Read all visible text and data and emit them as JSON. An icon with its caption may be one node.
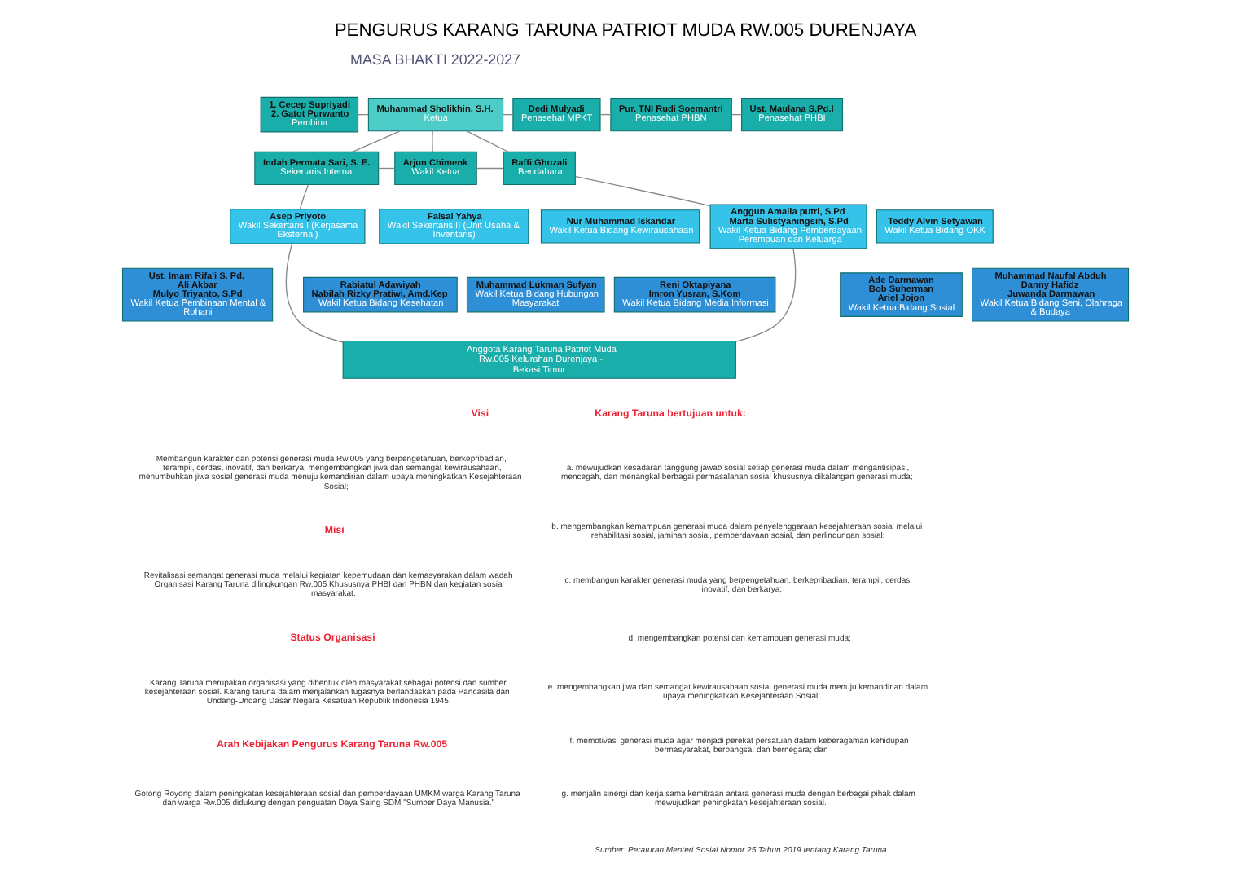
{
  "diagram": {
    "title": "PENGURUS KARANG TARUNA PATRIOT MUDA RW.005 DURENJAYA",
    "nodes": [
      {
        "text": [
          "1. Cecep Supriyadi",
          "2. Gatot Purwanto",
          "Pembina"
        ]
      },
      {
        "text": [
          "Muhammad Sholikhin, S.H.",
          "Ketua"
        ]
      },
      {
        "text": [
          "Dedi Mulyadi",
          "Penasehat MPKT"
        ]
      },
      {
        "text": [
          "Pur. TNI Rudi Soemantri",
          "Penasehat PHBN"
        ]
      },
      {
        "text": [
          "Ust. Maulana S.Pd.I",
          "Penasehat PHBI"
        ]
      },
      {
        "text": [
          "Indah Permata Sari, S. E.",
          "Sekertaris Internal"
        ]
      },
      {
        "text": [
          "Arjun Chimenk",
          "Wakil Ketua"
        ]
      },
      {
        "text": [
          "Raffi Ghozali",
          "Bendahara"
        ]
      },
      {
        "text": [
          "Asep Priyoto",
          "Wakil Sekertaris I (Kerjasama Eksternal)"
        ]
      },
      {
        "text": [
          "Faisal Yahya",
          "Wakil Sekertaris II (Unit Usaha & Inventaris)"
        ]
      },
      {
        "text": [
          "Nur Muhammad Iskandar",
          "Wakil Ketua Bidang Kewirausahaan"
        ]
      },
      {
        "text": [
          "Teddy Alvin Setyawan",
          "Wakil Ketua Bidang OKK"
        ]
      },
      {
        "text": [
          "Anggun Amalia putri, S.Pd",
          "Marta Sulistyaningsih, S.Pd",
          "Wakil Ketua Bidang Pemberdayaan Perempuan dan Keluarga"
        ]
      },
      {
        "text": [
          "Ust. Imam Rifa'i S. Pd.",
          "Ali Akbar",
          "Mulyo Triyanto, S.Pd",
          "Wakil Ketua Pembinaan Mental & Rohani"
        ]
      },
      {
        "text": [
          "Rabiatul Adawiyah",
          "Nabilah Rizky Pratiwi, Amd.Kep",
          "Wakil Ketua Bidang Kesehatan"
        ]
      },
      {
        "text": [
          "Muhammad Lukman Sufyan",
          "Wakil Ketua Bidang Hubungan Masyarakat"
        ]
      },
      {
        "text": [
          "Ade Darmawan",
          "Bob Suherman",
          "Ariel Jojon",
          "Wakil Ketua Bidang Sosial"
        ]
      },
      {
        "text": [
          "Reni Oktapiyana",
          "Imron Yusran, S.Kom",
          "Wakil Ketua Bidang Media Informasi"
        ]
      },
      {
        "text": [
          "Muhammad Naufal Abduh",
          "Danny Hafidz",
          "Juwanda Darmawan",
          "Wakil Ketua Bidang Seni, Olahraga & Budaya"
        ]
      },
      {
        "text": [
          "Anggota Karang Taruna Patriot Muda Rw.005 Kelurahan Durenjaya - Bekasi Timur"
        ]
      }
    ],
    "edges": [
      {
        "from": 0,
        "to": 1,
        "arrow": "none"
      },
      {
        "from": 1,
        "to": 2,
        "arrow": "none"
      },
      {
        "from": 2,
        "to": 3,
        "arrow": "none"
      },
      {
        "from": 3,
        "to": 4,
        "arrow": "none"
      },
      {
        "from": 1,
        "to": 5,
        "arrow": "none"
      },
      {
        "from": 1,
        "to": 6,
        "arrow": "none"
      },
      {
        "from": 1,
        "to": 7,
        "arrow": "none"
      },
      {
        "from": 5,
        "to": 6,
        "arrow": "none"
      },
      {
        "from": 6,
        "to": 7,
        "arrow": "none"
      },
      {
        "from": 5,
        "to": 8,
        "arrow": "none"
      },
      {
        "from": 7,
        "to": 12,
        "arrow": "none"
      },
      {
        "from": 8,
        "to": 19,
        "arrow": "none"
      },
      {
        "from": 12,
        "to": 19,
        "arrow": "none"
      }
    ],
    "labels": [
      "MASA BHAKTI 2022-2027",
      "Visi",
      "Membangun karakter dan potensi generasi muda Rw.005 yang berpengetahuan, berkepribadian, terampil, cerdas, inovatif, dan berkarya; mengembangkan jiwa dan semangat kewirausahaan, menumbuhkan jiwa sosial generasi muda menuju kemandirian dalam upaya meningkatkan Kesejahteraan Sosial;",
      "Misi",
      "Revitalisasi semangat generasi muda melalui kegiatan kepemudaan dan kemasyarakan dalam wadah Organisasi Karang Taruna dilingkungan Rw.005 Khususnya PHBI dan PHBN dan kegiatan sosial masyarakat.",
      "Status Organisasi",
      "Karang Taruna merupakan organisasi yang dibentuk oleh masyarakat sebagai potensi dan sumber kesejahteraan sosial. Karang taruna dalam menjalankan tugasnya berlandaskan pada Pancasila dan Undang-Undang Dasar Negara Kesatuan Republik Indonesia 1945.",
      "Arah Kebijakan Pengurus Karang Taruna Rw.005",
      "Gotong Royong dalam peningkatan kesejahteraan sosial dan pemberdayaan UMKM warga Karang Taruna dan warga Rw.005 didukung dengan penguatan Daya Saing SDM \"Sumber Daya Manusia.\"",
      "Karang Taruna bertujuan untuk:",
      "a. mewujudkan kesadaran tanggung jawab sosial setiap generasi muda dalam mengantisipasi, mencegah, dan menangkal berbagai permasalahan sosial khususnya dikalangan generasi muda;",
      "b. mengembangkan kemampuan generasi muda dalam penyelenggaraan kesejahteraan sosial melalui rehabilitasi sosial, jaminan sosial, pemberdayaan sosial, dan perlindungan sosial;",
      "c. membangun karakter generasi muda yang berpengetahuan, berkepribadian, terampil, cerdas, inovatif, dan berkarya;",
      "d. mengembangkan potensi dan kemampuan generasi muda;",
      "e. mengembangkan jiwa dan semangat kewirausahaan sosial generasi muda menuju kemandirian dalam upaya meningkatkan Kesejahteraan Sosial;",
      "f. memotivasi generasi muda agar menjadi perekat persatuan dalam keberagaman kehidupan bermasyarakat, berbangsa, dan bernegara; dan",
      "g. menjalin sinergi dan kerja sama kemitraan antara generasi muda dengan berbagai pihak dalam mewujudkan peningkatan kesejahteraan sosial.",
      "Sumber: Peraturan Menteri Sosial Nomor 25 Tahun 2019 tentang Karang Taruna"
    ]
  }
}
